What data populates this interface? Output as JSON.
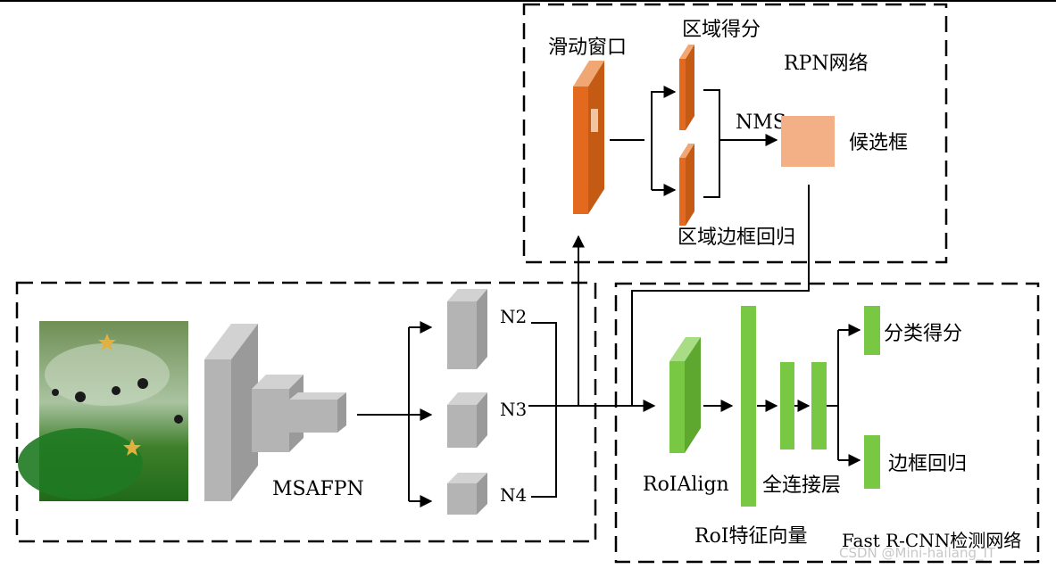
{
  "rpn": {
    "title": "RPN网络",
    "sliding_window": "滑动窗口",
    "region_score": "区域得分",
    "region_bbox_regression": "区域边框回归",
    "nms": "NMS",
    "proposals": "候选框"
  },
  "backbone": {
    "name": "MSAFPN",
    "levels": [
      "N2",
      "N3",
      "N4"
    ]
  },
  "detector": {
    "title": "Fast R-CNN检测网络",
    "roialign": "RoIAlign",
    "roi_feature": "RoI特征向量",
    "fc_layers": "全连接层",
    "cls_score": "分类得分",
    "bbox_regression": "边框回归"
  },
  "watermark": "CSDN @Mini-hailang_IT",
  "colors": {
    "rpn_orange": "#E2691E",
    "proposal": "#F3B086",
    "detector_green": "#79C843",
    "backbone_gray": "#B4B4B4"
  }
}
